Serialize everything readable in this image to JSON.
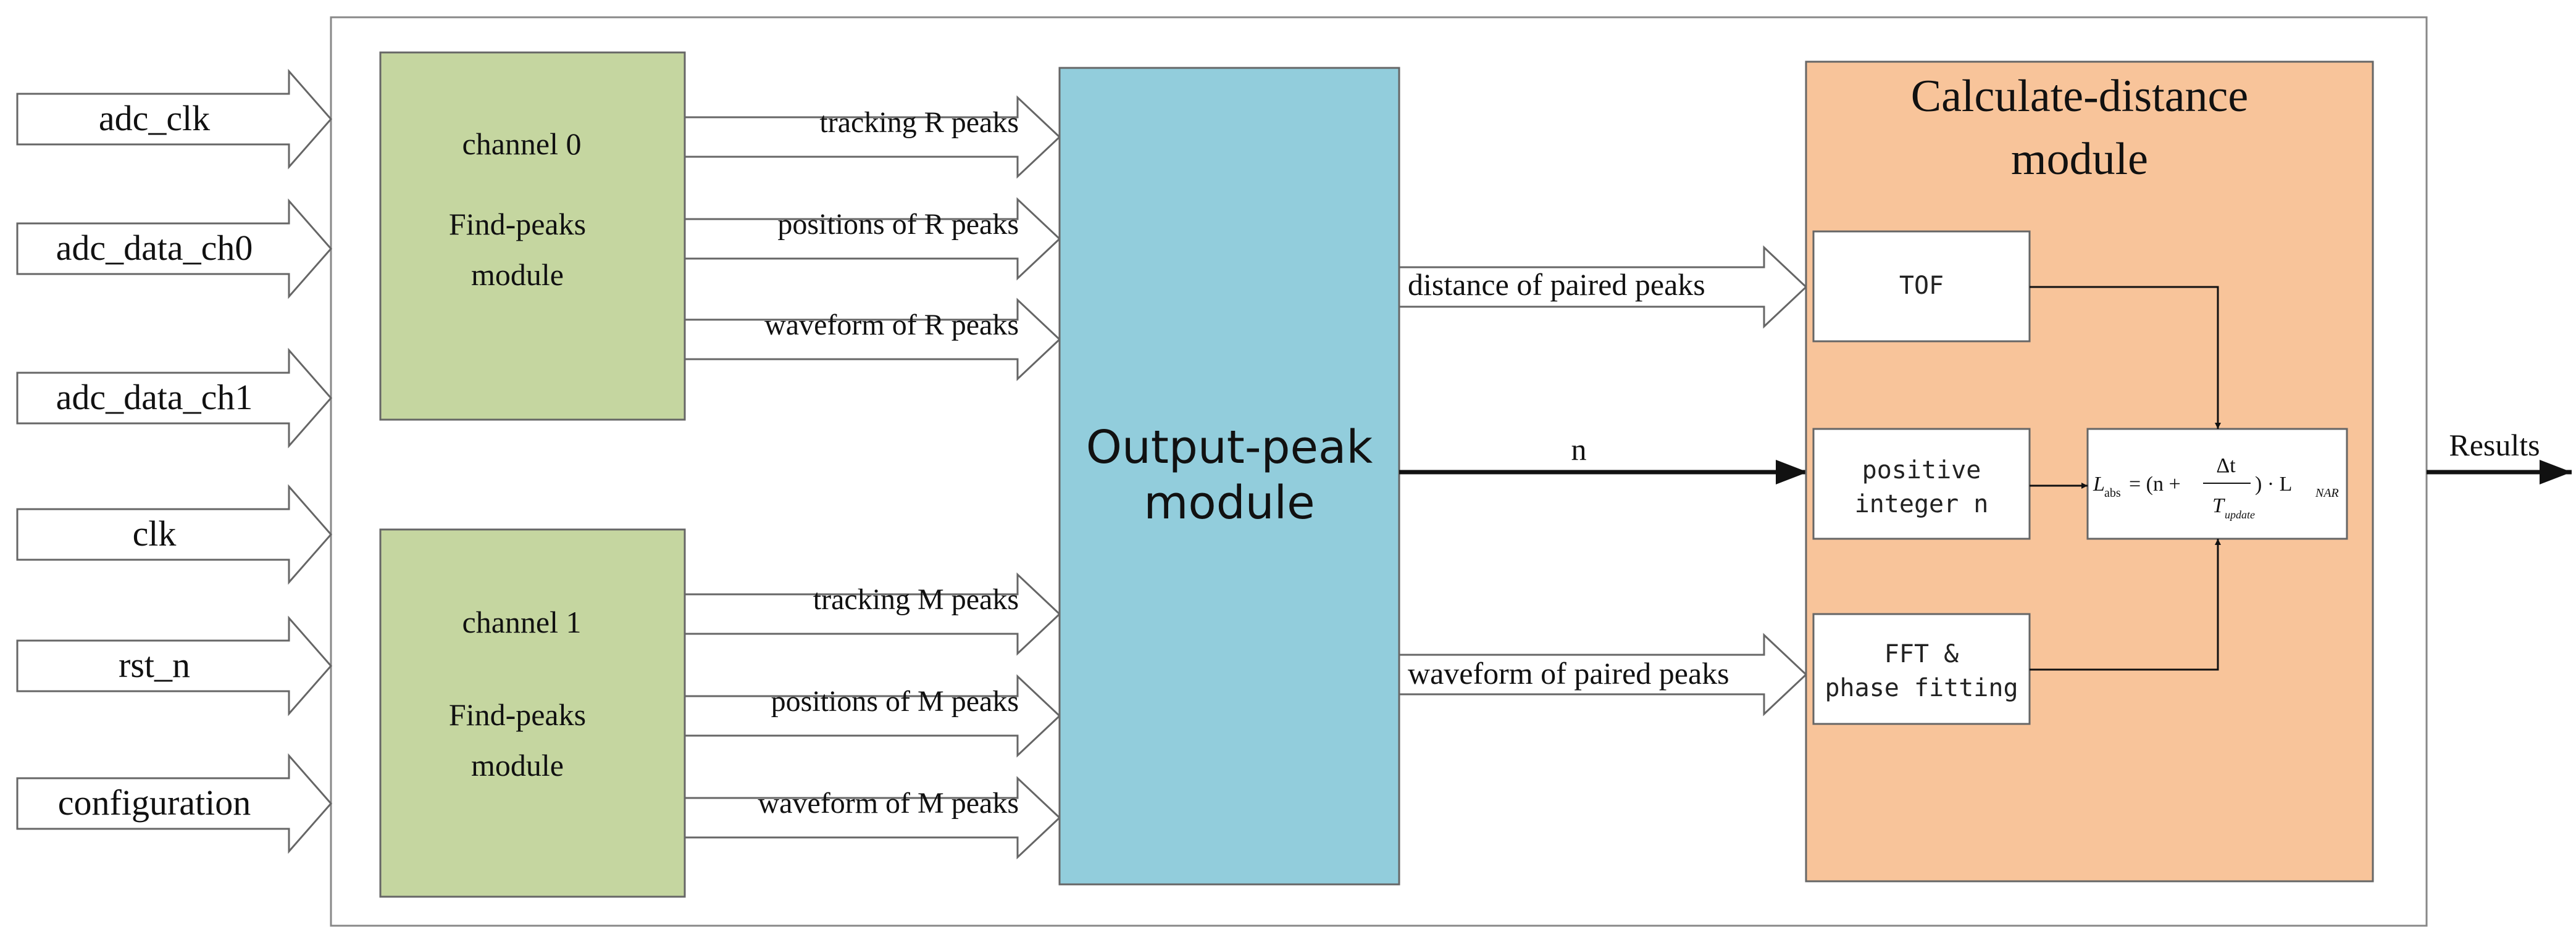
{
  "inputs": [
    {
      "label": "adc_clk"
    },
    {
      "label": "adc_data_ch0"
    },
    {
      "label": "adc_data_ch1"
    },
    {
      "label": "clk"
    },
    {
      "label": "rst_n"
    },
    {
      "label": "configuration"
    }
  ],
  "channel0": {
    "title": "channel 0",
    "line1": "Find-peaks",
    "line2": "module"
  },
  "channel1": {
    "title": "channel 1",
    "line1": "Find-peaks",
    "line2": "module"
  },
  "ch0_outputs": [
    {
      "label": "tracking R peaks"
    },
    {
      "label": "positions of R peaks"
    },
    {
      "label": "waveform of R peaks"
    }
  ],
  "ch1_outputs": [
    {
      "label": "tracking M peaks"
    },
    {
      "label": "positions of M peaks"
    },
    {
      "label": "waveform of M peaks"
    }
  ],
  "output_peak": {
    "line1": "Output-peak",
    "line2": "module"
  },
  "middle_outputs": {
    "distance": "distance of paired peaks",
    "n": "n",
    "waveform": "waveform of paired peaks"
  },
  "calc": {
    "title_line1": "Calculate-distance",
    "title_line2": "module",
    "tof": "TOF",
    "pos_int_line1": "positive",
    "pos_int_line2": "integer n",
    "fft_line1": "FFT &",
    "fft_line2": "phase fitting",
    "formula": {
      "L": "L",
      "abs": "abs",
      "eq_open": "= (n +",
      "num": "Δt",
      "den": "T",
      "den_sub": "update",
      "close": ") · L",
      "nar": "NAR"
    }
  },
  "result_label": "Results",
  "colors": {
    "find_peaks_fill": "#c5d6a0",
    "output_peak_fill": "#92cddc",
    "calc_fill": "#f8c49a",
    "stroke": "#666666"
  }
}
